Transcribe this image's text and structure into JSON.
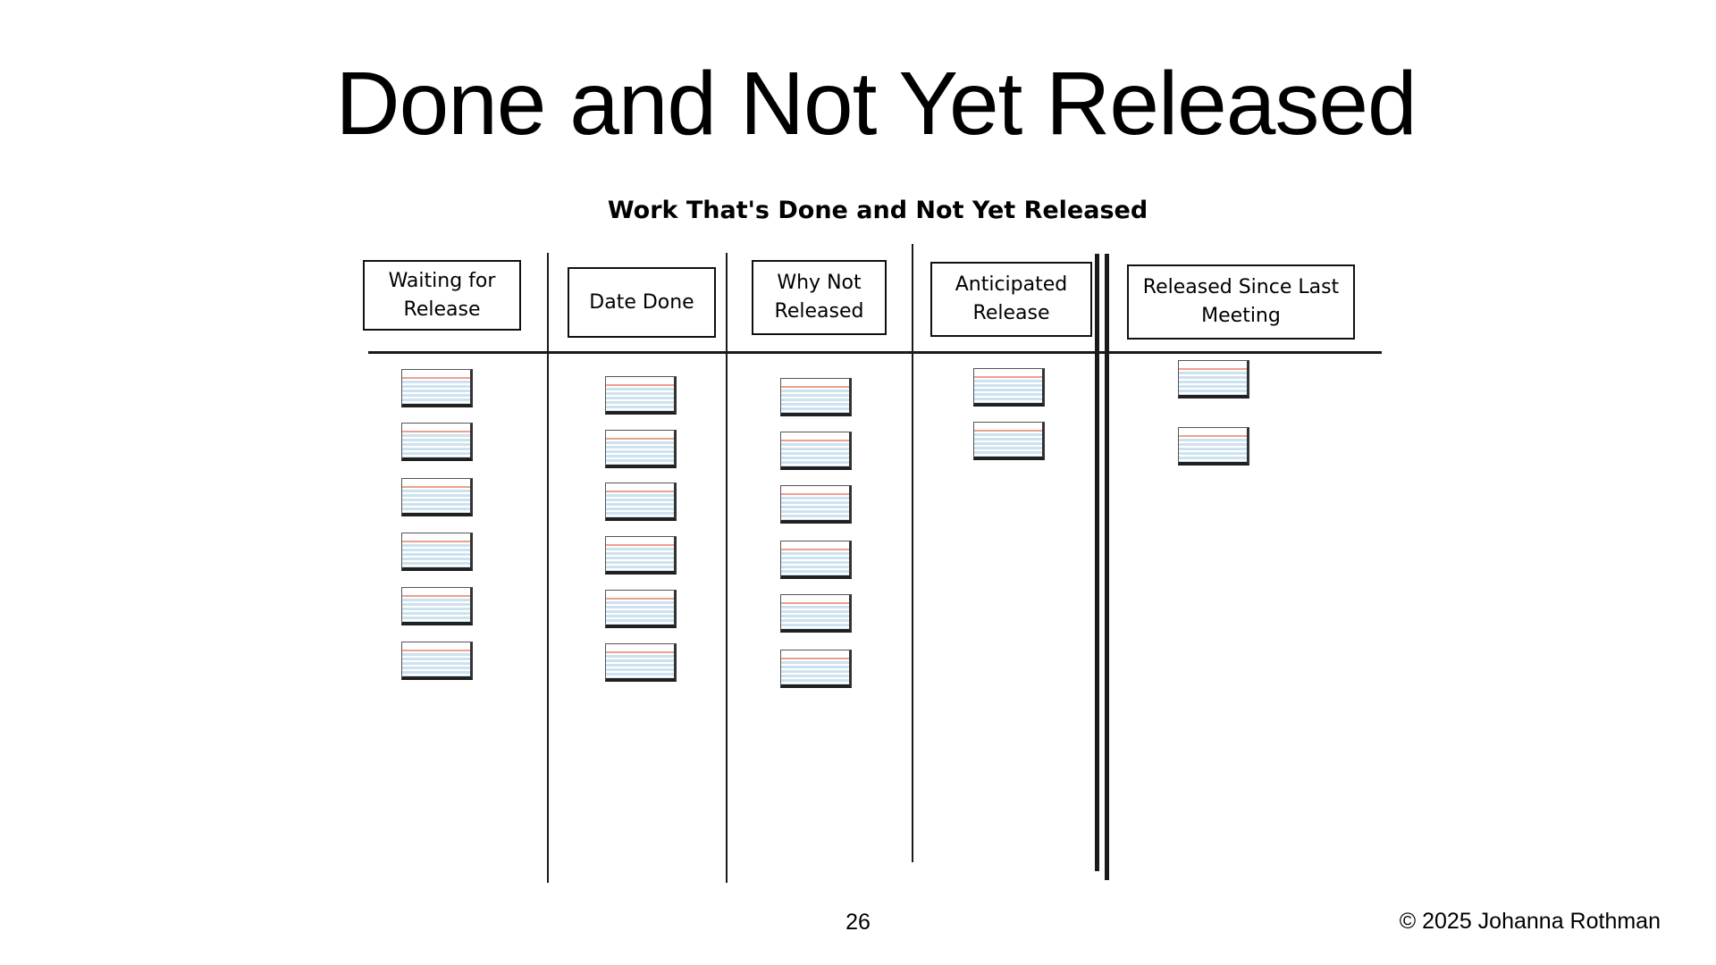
{
  "slide": {
    "title": "Done and Not Yet Released",
    "page_number": "26",
    "copyright": "© 2025 Johanna Rothman",
    "background_color": "#ffffff"
  },
  "diagram": {
    "title": "Work That's Done and Not Yet Released",
    "type": "board-with-columns",
    "columns": [
      {
        "id": "waiting-for-release",
        "label": "Waiting for Release",
        "cards": 6,
        "divider_after": "single"
      },
      {
        "id": "date-done",
        "label": "Date Done",
        "cards": 6,
        "divider_after": "single"
      },
      {
        "id": "why-not-released",
        "label": "Why Not Released",
        "cards": 6,
        "divider_after": "single"
      },
      {
        "id": "anticipated-release",
        "label": "Anticipated Release",
        "cards": 2,
        "divider_after": "double"
      },
      {
        "id": "released-since-last-meeting",
        "label": "Released Since Last Meeting",
        "cards": 2,
        "divider_after": "none"
      }
    ],
    "card_icon": "index-card-icon",
    "colors": {
      "line_black": "#1a1a1a",
      "card_rule_blue": "#cde2ef",
      "card_top_rule_salmon": "#eba18f",
      "card_shadow": "#202020"
    }
  }
}
